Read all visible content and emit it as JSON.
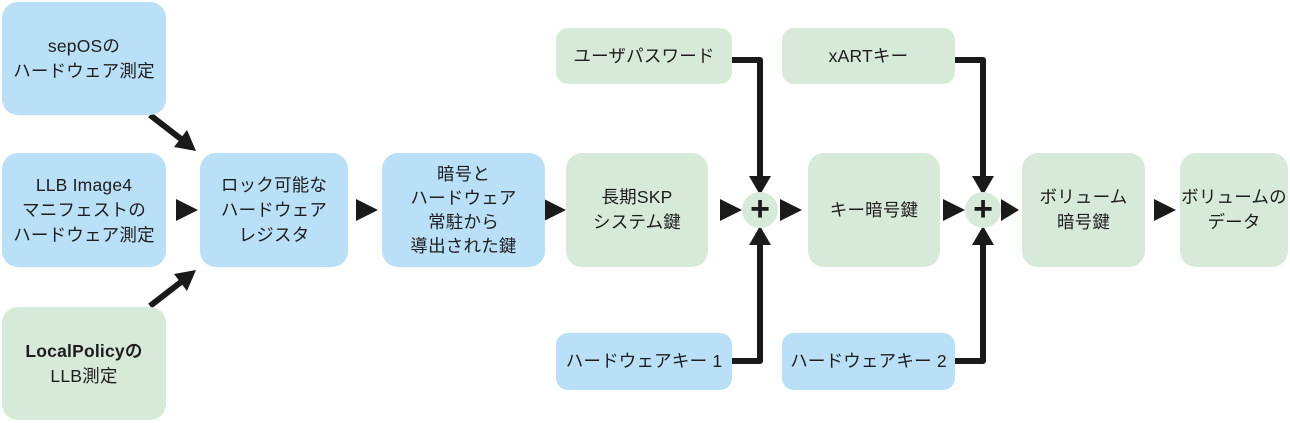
{
  "diagram": {
    "colors": {
      "box_blue": "#b9e0f6",
      "box_green": "#d7e9d8",
      "arrow": "#1a1a1a",
      "text": "#1d1d1f",
      "background": "#ffffff"
    },
    "nodes": [
      {
        "id": "sepos-measurement",
        "color": "blue",
        "lines": [
          "sepOSの",
          "ハードウェア測定"
        ]
      },
      {
        "id": "llb-manifest",
        "color": "blue",
        "lines": [
          "LLB Image4",
          "マニフェストの",
          "ハードウェア測定"
        ]
      },
      {
        "id": "localpolicy-llb",
        "color": "green",
        "lines": [
          "LocalPolicyの",
          "LLB測定"
        ]
      },
      {
        "id": "lockable-register",
        "color": "blue",
        "lines": [
          "ロック可能な",
          "ハードウェア",
          "レジスタ"
        ]
      },
      {
        "id": "derived-key",
        "color": "blue",
        "lines": [
          "暗号と",
          "ハードウェア",
          "常駐から",
          "導出された鍵"
        ]
      },
      {
        "id": "skp-system-key",
        "color": "green",
        "lines": [
          "長期SKP",
          "システム鍵"
        ]
      },
      {
        "id": "user-password",
        "color": "green",
        "lines": [
          "ユーザパスワード"
        ]
      },
      {
        "id": "xart-key",
        "color": "green",
        "lines": [
          "xARTキー"
        ]
      },
      {
        "id": "key-encryption-key",
        "color": "green",
        "lines": [
          "キー暗号鍵"
        ]
      },
      {
        "id": "volume-encryption-key",
        "color": "green",
        "lines": [
          "ボリューム",
          "暗号鍵"
        ]
      },
      {
        "id": "volume-data",
        "color": "green",
        "lines": [
          "ボリュームの",
          "データ"
        ]
      },
      {
        "id": "hardware-key-1",
        "color": "blue",
        "lines": [
          "ハードウェアキー 1"
        ]
      },
      {
        "id": "hardware-key-2",
        "color": "blue",
        "lines": [
          "ハードウェアキー 2"
        ]
      }
    ],
    "operators": [
      {
        "id": "combine-1",
        "symbol": "+"
      },
      {
        "id": "combine-2",
        "symbol": "+"
      }
    ],
    "edges": [
      {
        "from": "sepOSのハードウェア測定",
        "to": "ロック可能なハードウェアレジスタ"
      },
      {
        "from": "LLB Image4マニフェストのハードウェア測定",
        "to": "ロック可能なハードウェアレジスタ"
      },
      {
        "from": "LocalPolicyのLLB測定",
        "to": "ロック可能なハードウェアレジスタ"
      },
      {
        "from": "ロック可能なハードウェアレジスタ",
        "to": "暗号とハードウェア常駐から導出された鍵"
      },
      {
        "from": "暗号とハードウェア常駐から導出された鍵",
        "to": "長期SKPシステム鍵"
      },
      {
        "from": "長期SKPシステム鍵",
        "to": "combine-1"
      },
      {
        "from": "ユーザパスワード",
        "to": "combine-1"
      },
      {
        "from": "ハードウェアキー 1",
        "to": "combine-1"
      },
      {
        "from": "combine-1",
        "to": "キー暗号鍵"
      },
      {
        "from": "キー暗号鍵",
        "to": "combine-2"
      },
      {
        "from": "xARTキー",
        "to": "combine-2"
      },
      {
        "from": "ハードウェアキー 2",
        "to": "combine-2"
      },
      {
        "from": "combine-2",
        "to": "ボリューム暗号鍵"
      },
      {
        "from": "ボリューム暗号鍵",
        "to": "ボリュームのデータ"
      }
    ]
  }
}
